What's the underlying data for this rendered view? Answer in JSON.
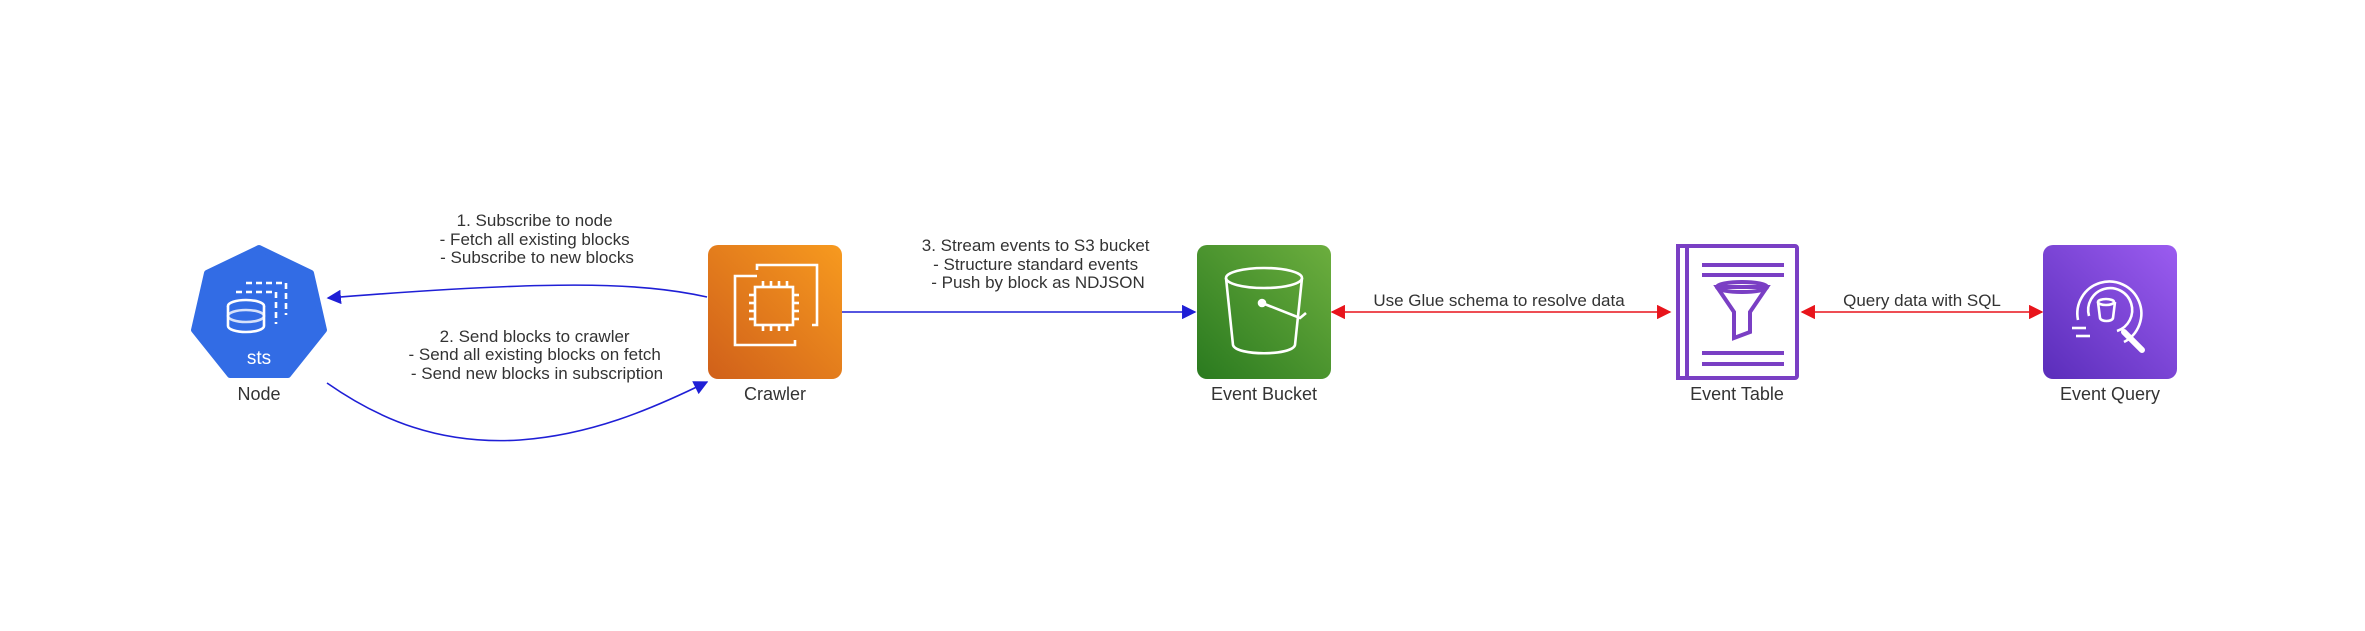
{
  "nodes": {
    "node": {
      "label": "Node",
      "badge": "sts",
      "color": "#326ce5"
    },
    "crawler": {
      "label": "Crawler",
      "color_top": "#f79a1f",
      "color_bottom": "#d0601a"
    },
    "event_bucket": {
      "label": "Event Bucket",
      "color_top": "#6cae3e",
      "color_bottom": "#2a7a1f"
    },
    "event_table": {
      "label": "Event Table",
      "color": "#7a3fc4"
    },
    "event_query": {
      "label": "Event Query",
      "color_top": "#9b5cf0",
      "color_bottom": "#5a2dba"
    }
  },
  "edges": {
    "subscribe": {
      "lines": [
        "1. Subscribe to node",
        "- Fetch all existing blocks",
        "- Subscribe to new blocks"
      ],
      "color": "#1f1fd6"
    },
    "send_blocks": {
      "lines": [
        "2. Send blocks to crawler",
        "- Send all existing blocks on fetch",
        "- Send new blocks in subscription"
      ],
      "color": "#1f1fd6"
    },
    "stream_events": {
      "lines": [
        "3. Stream events to S3 bucket",
        "- Structure standard events",
        "- Push by block as NDJSON"
      ],
      "color": "#1f1fd6"
    },
    "glue_schema": {
      "label": "Use Glue schema to resolve data",
      "color": "#e8141b"
    },
    "query_sql": {
      "label": "Query data with SQL",
      "color": "#e8141b"
    }
  }
}
